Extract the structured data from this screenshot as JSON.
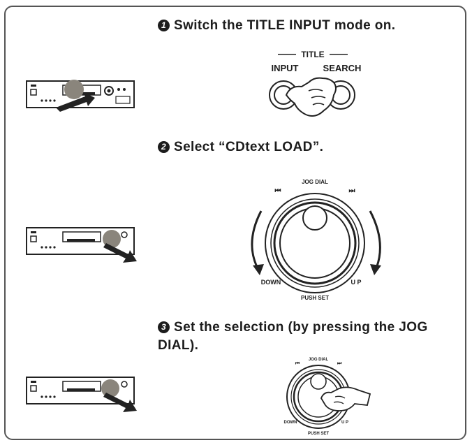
{
  "steps": [
    {
      "number": "1",
      "text": "Switch the TITLE INPUT mode on."
    },
    {
      "number": "2",
      "text": "Select “CDtext LOAD”."
    },
    {
      "number": "3",
      "text": "Set the selection (by pressing the JOG DIAL)."
    }
  ],
  "button_panel": {
    "group_label": "TITLE",
    "input_label": "INPUT",
    "search_label": "SEARCH"
  },
  "jog_dial": {
    "top_label": "JOG DIAL",
    "prev_symbol": "⏮",
    "next_symbol": "⏭",
    "down_label": "DOWN",
    "up_label": "U P",
    "bottom_label": "PUSH SET"
  }
}
